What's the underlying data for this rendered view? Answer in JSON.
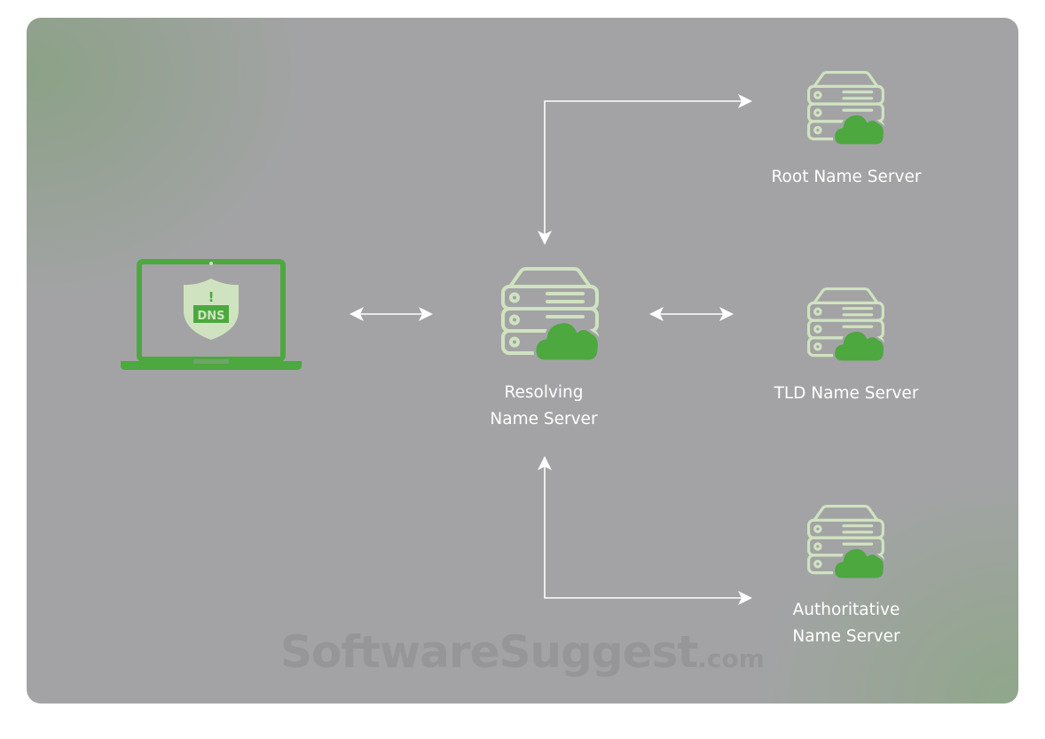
{
  "diagram": {
    "client": {
      "badge": "DNS",
      "alert": "!"
    },
    "resolver": {
      "label_line1": "Resolving",
      "label_line2": "Name Server"
    },
    "root": {
      "label": "Root Name Server"
    },
    "tld": {
      "label": "TLD Name Server"
    },
    "authoritative": {
      "label_line1": "Authoritative",
      "label_line2": "Name Server"
    }
  },
  "watermark": {
    "brand": "SoftwareSuggest",
    "suffix": ".com"
  },
  "colors": {
    "background": "#a3a3a5",
    "green": "#4ca83f",
    "light_green": "#cfe3c0",
    "arrow": "#ffffff"
  }
}
